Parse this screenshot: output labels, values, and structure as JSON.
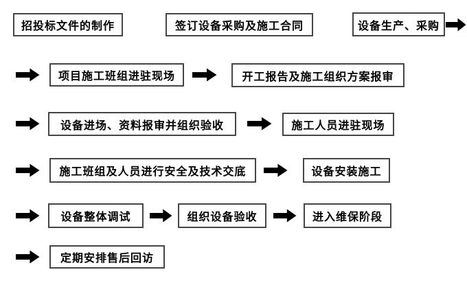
{
  "flow": {
    "description": "equipment-procurement-and-installation-process-flowchart",
    "colors": {
      "background": "#ffffff",
      "box_border": "#454545",
      "box_fill": "#ffffff",
      "text": "#000000",
      "arrow": "#000000"
    },
    "icons": {
      "arrow": "right-arrow-icon"
    },
    "rows": [
      {
        "boxes": [
          "招投标文件的制作",
          "签订设备采购及施工合同",
          "设备生产、采购"
        ]
      },
      {
        "boxes": [
          "项目施工班组进驻现场",
          "开工报告及施工组织方案报审"
        ]
      },
      {
        "boxes": [
          "设备进场、资料报审并组织验收",
          "施工人员进驻现场"
        ]
      },
      {
        "boxes": [
          "施工班组及人员进行安全及技术交底",
          "设备安装施工"
        ]
      },
      {
        "boxes": [
          "设备整体调试",
          "组织设备验收",
          "进入维保阶段"
        ]
      },
      {
        "boxes": [
          "定期安排售后回访"
        ]
      }
    ]
  }
}
